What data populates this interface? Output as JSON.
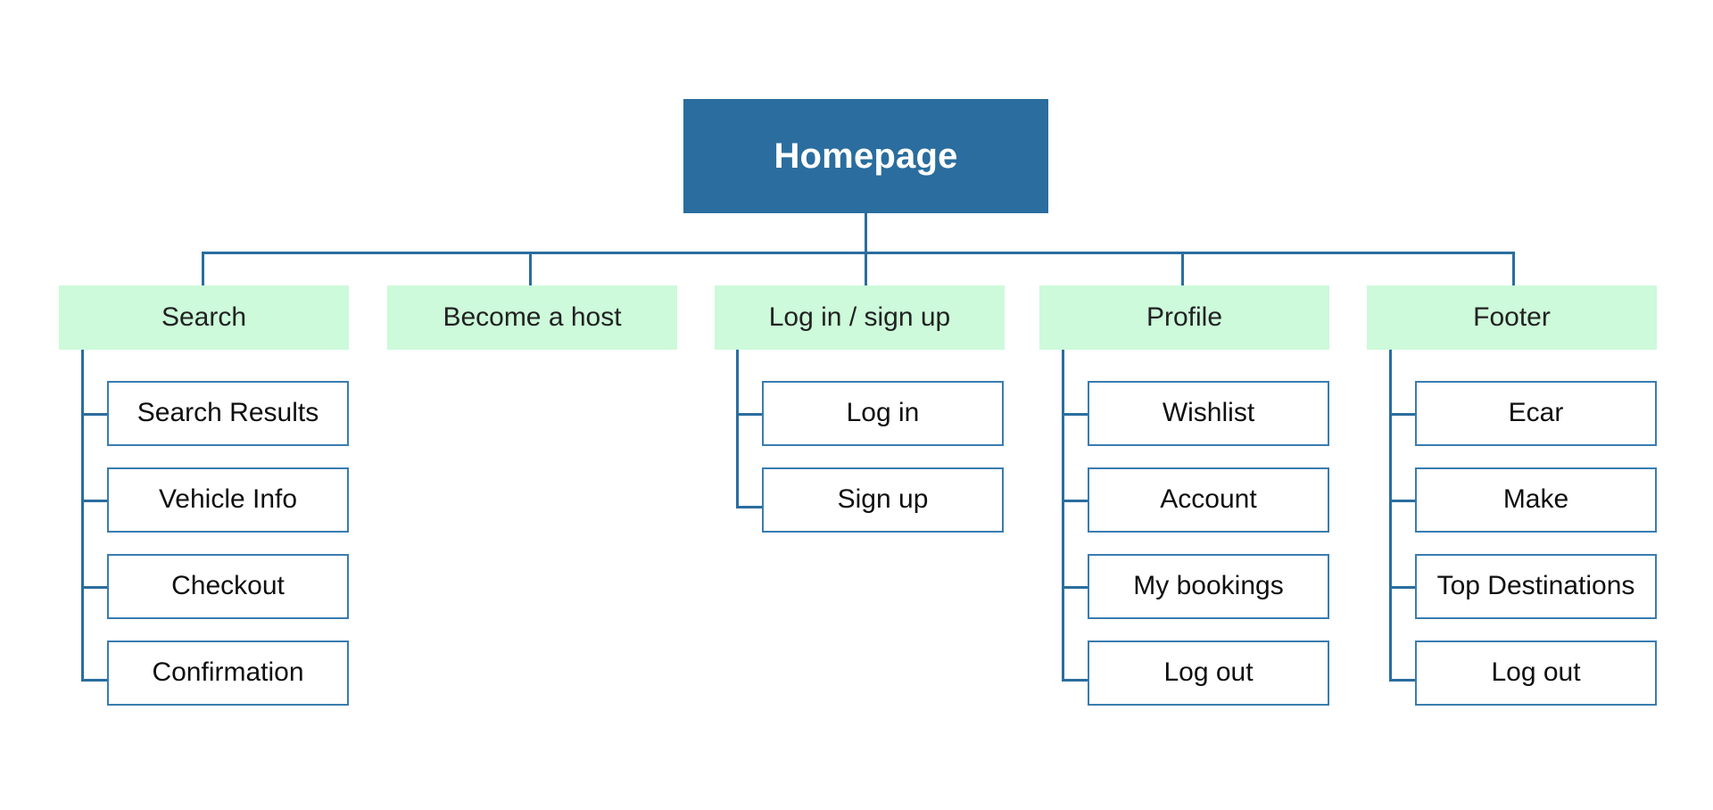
{
  "diagram": {
    "title": "Homepage",
    "type": "sitemap-tree",
    "colors": {
      "root_fill": "#2a6d9e",
      "root_text": "#ffffff",
      "section_fill": "#ccfada",
      "section_text": "#222222",
      "leaf_fill": "#ffffff",
      "leaf_border": "#3a7cb0",
      "leaf_text": "#0f0f0f",
      "connector": "#2a6d9e",
      "background": "#ffffff"
    }
  },
  "root": {
    "label": "Homepage"
  },
  "sections": [
    {
      "id": "search",
      "label": "Search",
      "children": [
        {
          "label": "Search Results"
        },
        {
          "label": "Vehicle Info"
        },
        {
          "label": "Checkout"
        },
        {
          "label": "Confirmation"
        }
      ]
    },
    {
      "id": "become-a-host",
      "label": "Become a host",
      "children": []
    },
    {
      "id": "log-in-sign-up",
      "label": "Log in / sign up",
      "children": [
        {
          "label": "Log in"
        },
        {
          "label": "Sign up"
        }
      ]
    },
    {
      "id": "profile",
      "label": "Profile",
      "children": [
        {
          "label": "Wishlist"
        },
        {
          "label": "Account"
        },
        {
          "label": "My bookings"
        },
        {
          "label": "Log out"
        }
      ]
    },
    {
      "id": "footer",
      "label": "Footer",
      "children": [
        {
          "label": "Ecar"
        },
        {
          "label": "Make"
        },
        {
          "label": "Top Destinations"
        },
        {
          "label": "Log out"
        }
      ]
    }
  ]
}
